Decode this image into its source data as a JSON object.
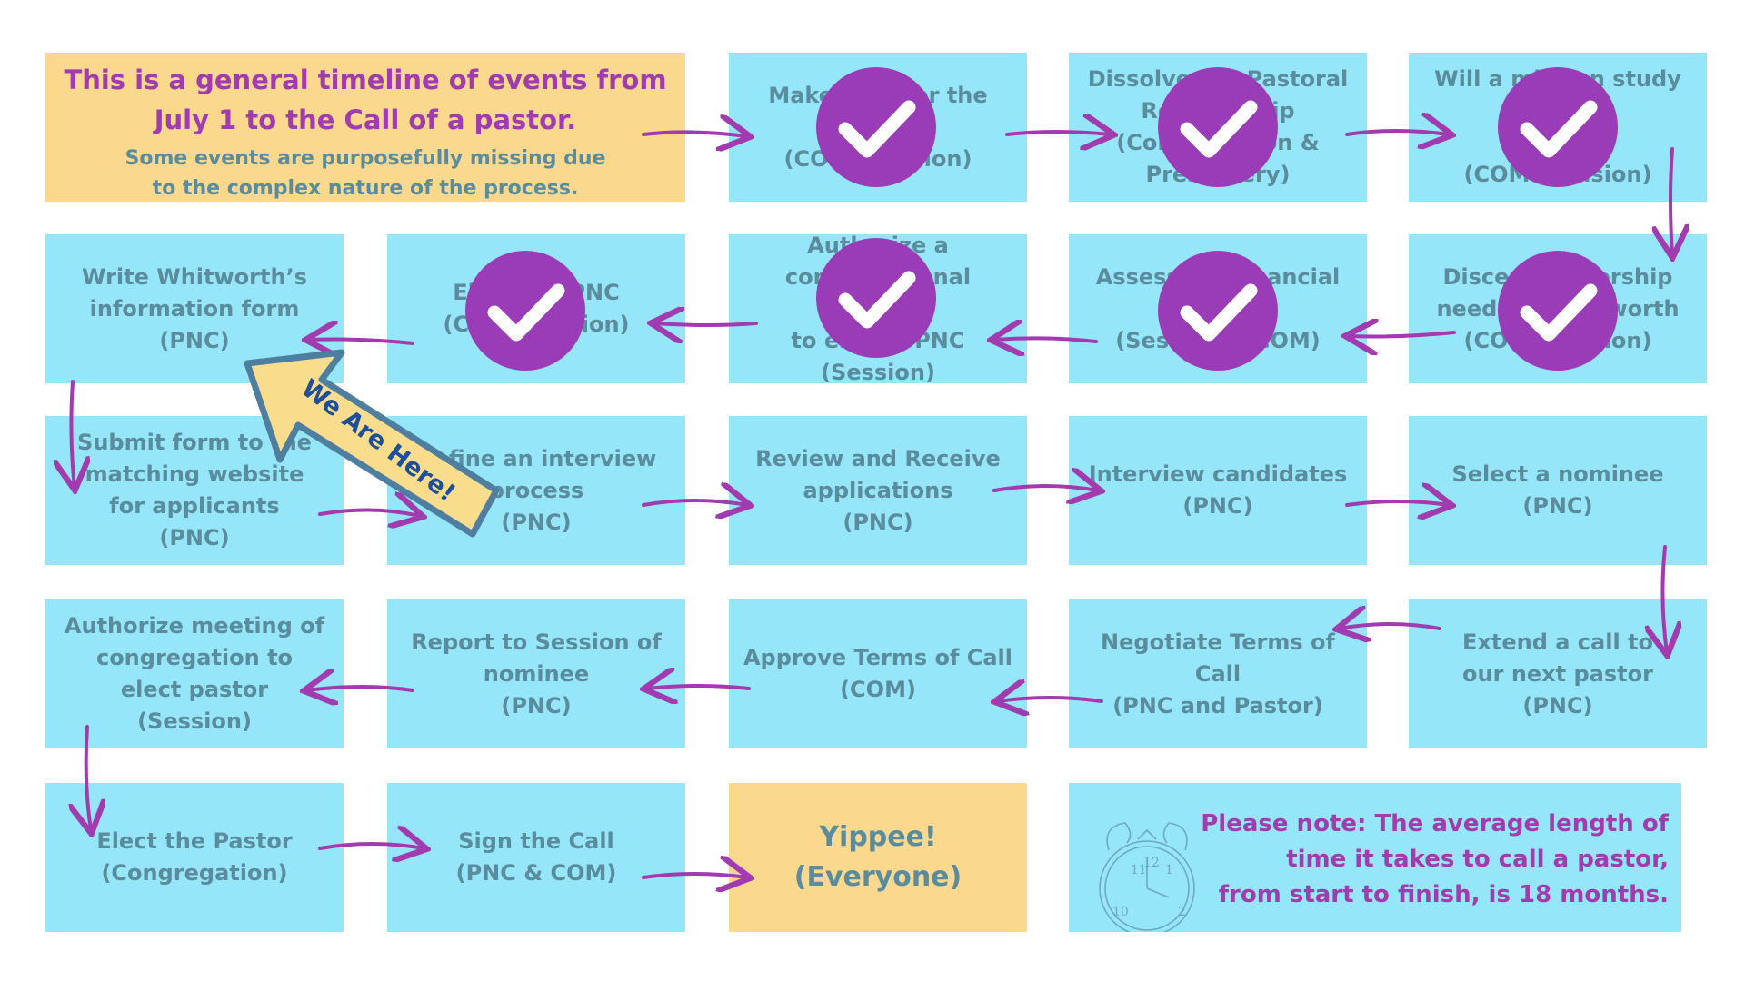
{
  "intro": {
    "title_lines": [
      "This is a general timeline of events from",
      "July 1 to the Call of a pastor."
    ],
    "sub_lines": [
      "Some events are purposefully missing due",
      "to the complex nature of the process."
    ]
  },
  "steps": {
    "make_time": [
      "Make time for the",
      "…",
      "(COM Decision)"
    ],
    "dissolve": [
      "Dissolve the Pastoral",
      "Relationship",
      "(Congregation &",
      "Presbytery)"
    ],
    "will_study": [
      "Will a mission study be",
      "…",
      "(COM Decision)"
    ],
    "write_form": [
      "Write Whitworth’s",
      "information form",
      "(PNC)"
    ],
    "elect_pnc": [
      "Elect the PNC",
      "(Congregation)"
    ],
    "authorize_pnc": [
      "Authorize a",
      "congregational meeting",
      "to elect a PNC",
      "(Session)"
    ],
    "assess_financial": [
      "Assess the financial",
      "condition",
      "(Session & COM)"
    ],
    "discern_leadership": [
      "Discern leadership",
      "needs of Whitworth",
      "(COM Decision)"
    ],
    "submit_form": [
      "Submit form to the",
      "matching website",
      "for applicants",
      "(PNC)"
    ],
    "define_interview": [
      "Define an interview",
      "process",
      "(PNC)"
    ],
    "review_apps": [
      "Review and Receive",
      "applications",
      "(PNC)"
    ],
    "interview": [
      "Interview candidates",
      "(PNC)"
    ],
    "select_nominee": [
      "Select a nominee",
      "(PNC)"
    ],
    "authorize_meeting": [
      "Authorize meeting of",
      "congregation to",
      "elect pastor",
      "(Session)"
    ],
    "report_session": [
      "Report to Session of",
      "nominee",
      "(PNC)"
    ],
    "approve_terms": [
      "Approve Terms of Call",
      "(COM)"
    ],
    "negotiate_terms": [
      "Negotiate Terms of Call",
      "(PNC and Pastor)"
    ],
    "extend_call": [
      "Extend a call to",
      "our next pastor",
      "(PNC)"
    ],
    "elect_pastor": [
      "Elect the Pastor",
      "(Congregation)"
    ],
    "sign_call": [
      "Sign the Call",
      "(PNC & COM)"
    ],
    "yippee": [
      "Yippee!",
      "(Everyone)"
    ]
  },
  "here_label": "We Are Here!",
  "note_lines": [
    "Please note: The average length of",
    "time it takes to call a pastor,",
    "from start to finish, is 18 months."
  ],
  "clock_numbers": [
    "11",
    "12",
    "1",
    "10",
    "2"
  ],
  "colors": {
    "box": "#95e6f8",
    "highlight": "#fad88e",
    "purple": "#a23bb0",
    "check": "#9a3cb8",
    "arrow": "#a23bb0",
    "here_arrow": "#f9dc8c",
    "here_border": "#4f7fa0",
    "here_text": "#1d4f9b"
  }
}
